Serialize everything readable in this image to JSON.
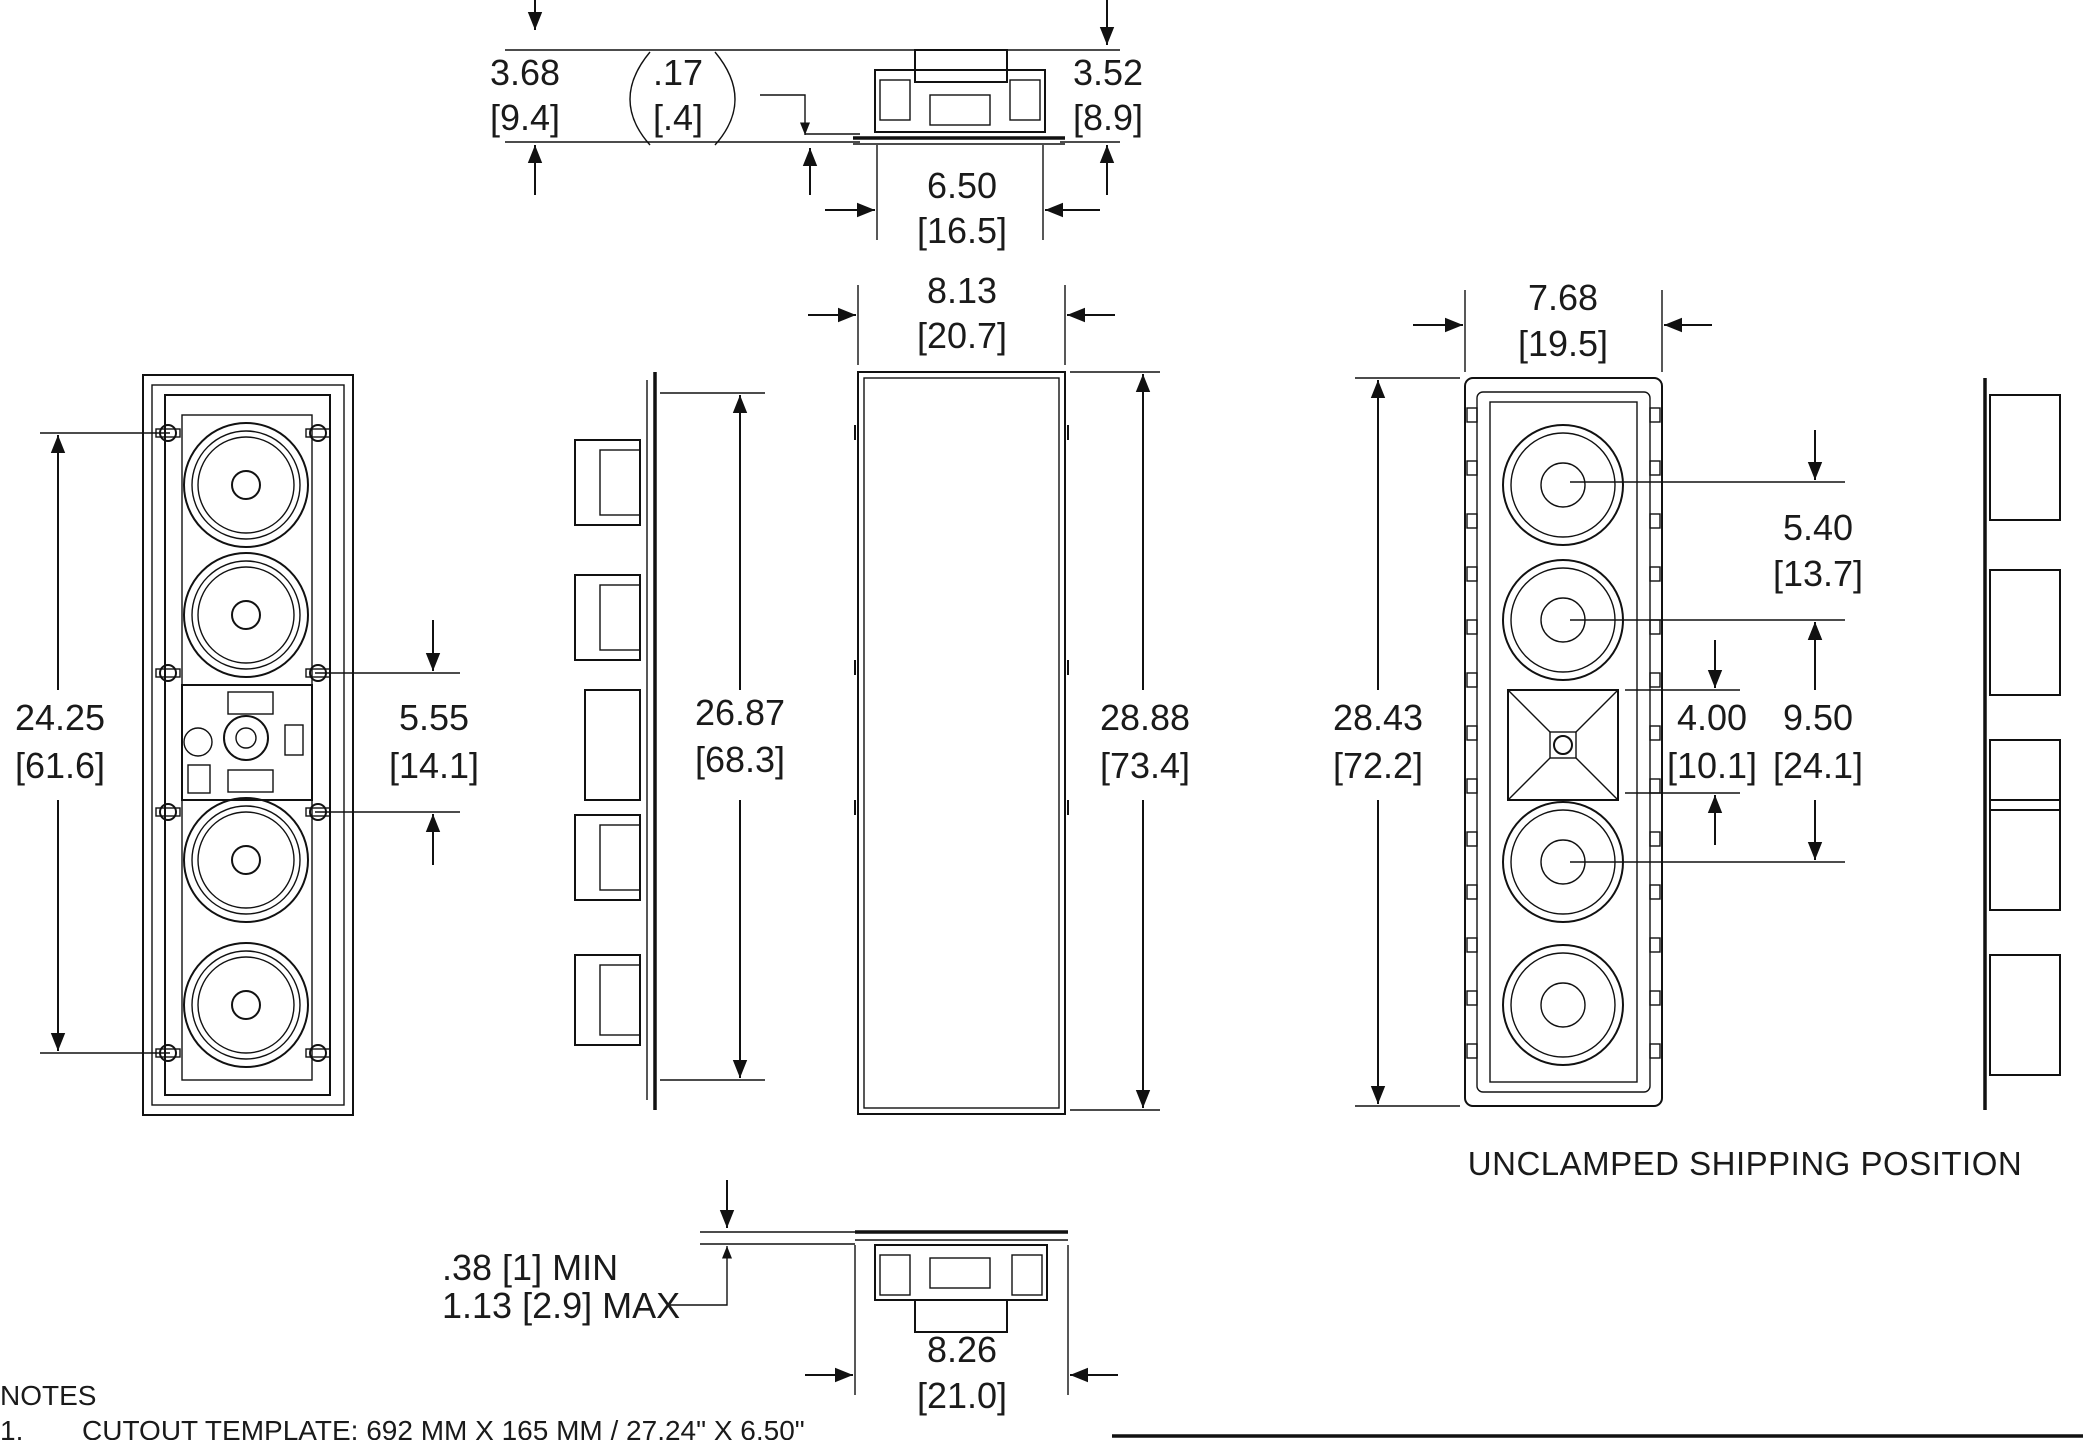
{
  "top_view": {
    "left_depth": "3.68",
    "left_depth_mm": "9.4",
    "flange": ".17",
    "flange_mm": ".4",
    "right_depth": "3.52",
    "right_depth_mm": "8.9",
    "width": "6.50",
    "width_mm": "16.5"
  },
  "front_view": {
    "driver_span": "24.25",
    "driver_span_mm": "61.6",
    "center_section": "5.55",
    "center_section_mm": "14.1"
  },
  "side_view": {
    "height": "26.87",
    "height_mm": "68.3"
  },
  "grille": {
    "width": "8.13",
    "width_mm": "20.7",
    "height": "28.88",
    "height_mm": "73.4"
  },
  "unclamped_front": {
    "width": "7.68",
    "width_mm": "19.5",
    "height": "28.43",
    "height_mm": "72.2",
    "woofer_spacing": "5.40",
    "woofer_spacing_mm": "13.7",
    "tweeter_horn": "4.00",
    "tweeter_horn_mm": "10.1",
    "woofer_center_span": "9.50",
    "woofer_center_span_mm": "24.1",
    "caption": "UNCLAMPED SHIPPING POSITION"
  },
  "bottom_view": {
    "wall_min": ".38 [1] MIN",
    "wall_max": "1.13 [2.9] MAX",
    "width": "8.26",
    "width_mm": "21.0"
  },
  "notes": {
    "heading": "NOTES",
    "items": [
      {
        "num": "1.",
        "text": "CUTOUT TEMPLATE: 692 MM X 165 MM  / 27.24\" X 6.50\""
      }
    ]
  }
}
